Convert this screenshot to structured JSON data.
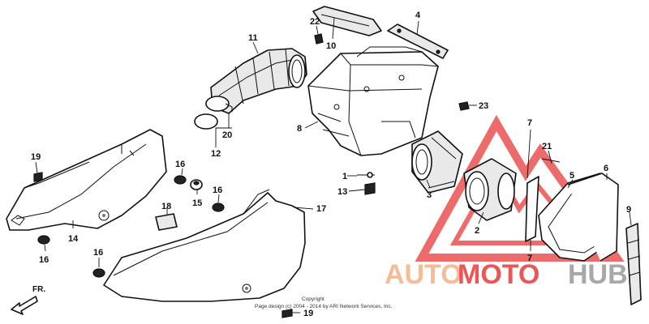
{
  "diagram": {
    "part_labels": {
      "p1": "1",
      "p2": "2",
      "p3": "3",
      "p4": "4",
      "p5": "5",
      "p6": "6",
      "p7": "7",
      "p8": "8",
      "p9": "9",
      "p10": "10",
      "p11": "11",
      "p12": "12",
      "p13": "13",
      "p14": "14",
      "p15": "15",
      "p16a": "16",
      "p16b": "16",
      "p16c": "16",
      "p16d": "16",
      "p17": "17",
      "p18": "18",
      "p19a": "19",
      "p19b": "19",
      "p20": "20",
      "p21": "21",
      "p22": "22",
      "p23": "23"
    },
    "direction_label": "FR.",
    "copyright_line1": "Copyright",
    "copyright_line2": "Page design (c) 2004 - 2014 by ARI Network Services, Inc."
  },
  "watermark": {
    "part_a": "AUTO",
    "part_b": "MOTO",
    "part_c": "HUB",
    "colors": {
      "orange": "#f4b183",
      "red": "#e83a3a",
      "gray": "#9a9a9a"
    }
  }
}
